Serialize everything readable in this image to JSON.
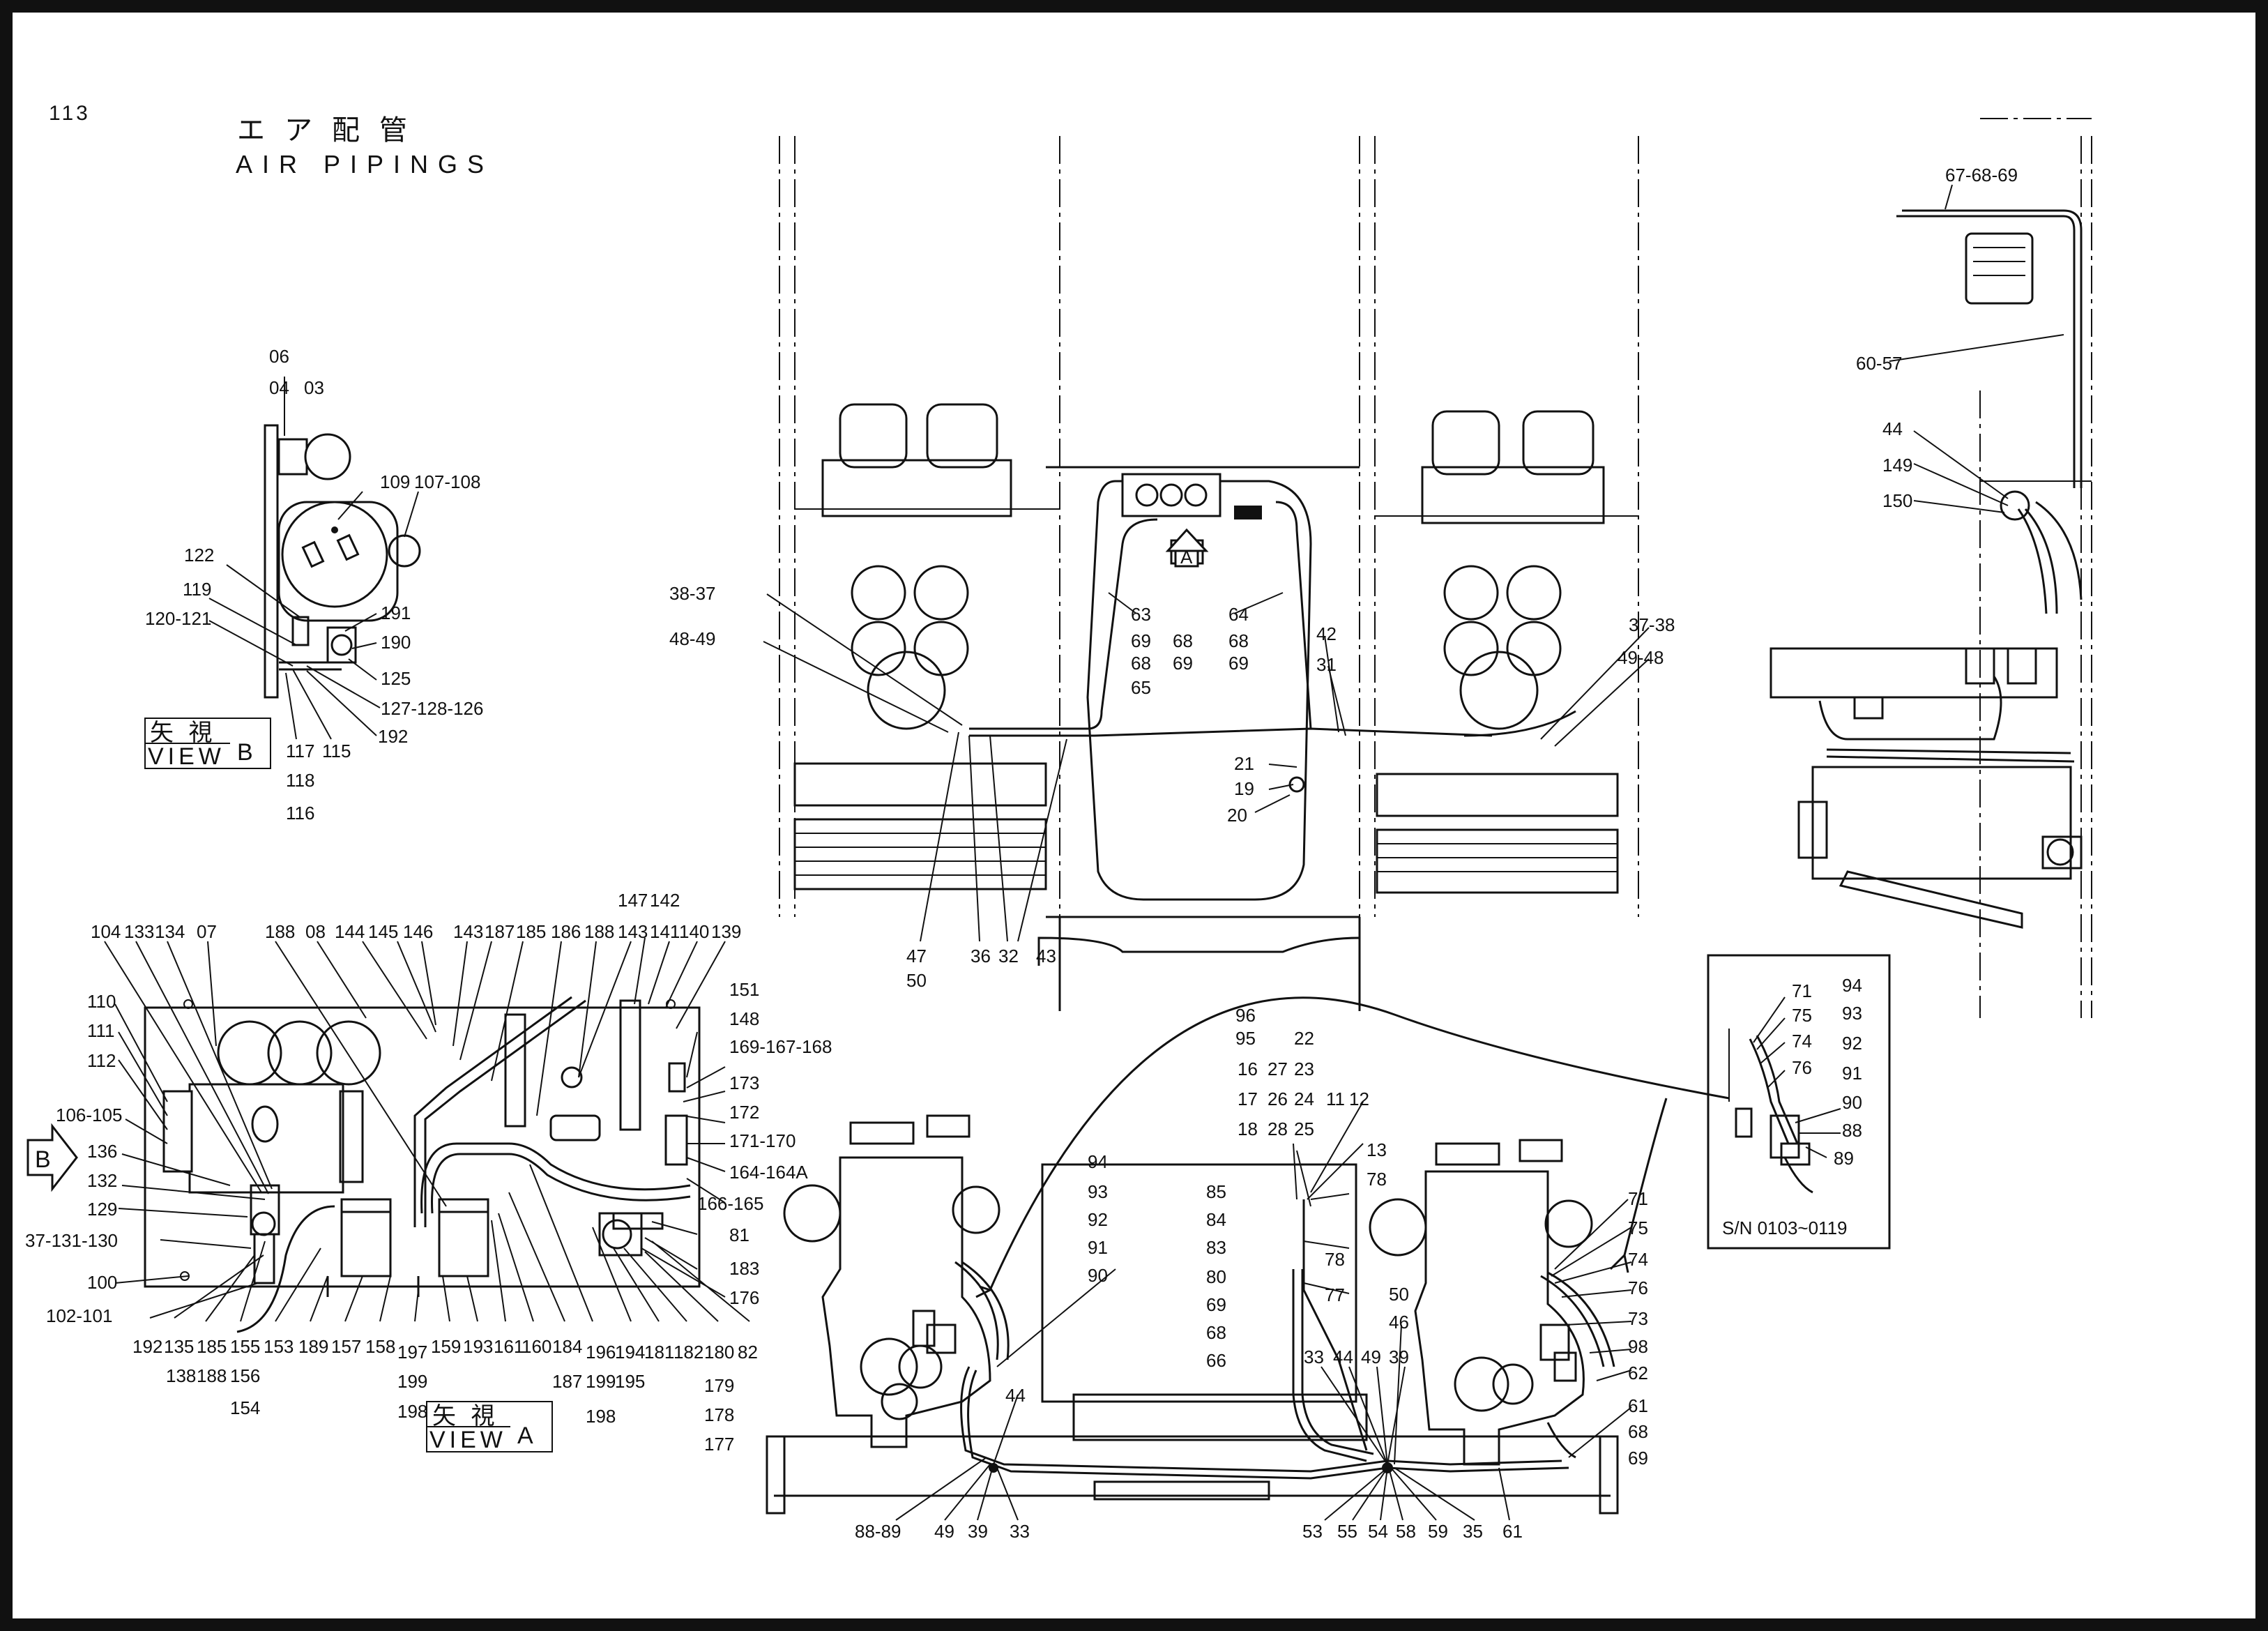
{
  "page_number": "113",
  "title": {
    "ja": "エア配管",
    "en": "AIR PIPINGS"
  },
  "views": {
    "view_b": {
      "jp": "矢 視",
      "en": "VIEW",
      "letter": "B"
    },
    "view_a": {
      "jp": "矢 視",
      "en": "VIEW",
      "letter": "A"
    }
  },
  "arrows": {
    "a": "A",
    "b": "B"
  },
  "serial_note": "S/N 0103~0119",
  "labels": {
    "vb_06": "06",
    "vb_04": "04",
    "vb_03": "03",
    "vb_109": "109",
    "vb_107_108": "107-108",
    "vb_122": "122",
    "vb_119": "119",
    "vb_120_121": "120-121",
    "vb_191": "191",
    "vb_190": "190",
    "vb_125": "125",
    "vb_127_128_126": "127-128-126",
    "vb_192": "192",
    "vb_117": "117",
    "vb_115": "115",
    "vb_118": "118",
    "vb_116": "116",
    "va_104": "104",
    "va_133": "133",
    "va_134": "134",
    "va_07": "07",
    "va_188a": "188",
    "va_08": "08",
    "va_144": "144",
    "va_145": "145",
    "va_146": "146",
    "va_143a": "143",
    "va_187": "187",
    "va_185a": "185",
    "va_186": "186",
    "va_188b": "188",
    "va_147": "147",
    "va_142": "142",
    "va_143b": "143",
    "va_141": "141",
    "va_140": "140",
    "va_139": "139",
    "va_151": "151",
    "va_148": "148",
    "va_169_167_168": "169-167-168",
    "va_173": "173",
    "va_172": "172",
    "va_171_170": "171-170",
    "va_164_164a": "164-164A",
    "va_166_165": "166-165",
    "va_81": "81",
    "va_183": "183",
    "va_176": "176",
    "va_110": "110",
    "va_111": "111",
    "va_112": "112",
    "va_106_105": "106-105",
    "va_136": "136",
    "va_132": "132",
    "va_129": "129",
    "va_37_131_130": "37-131-130",
    "va_100": "100",
    "va_102_101": "102-101",
    "va_192": "192",
    "va_135": "135",
    "va_185b": "185",
    "va_155": "155",
    "va_153": "153",
    "va_189": "189",
    "va_157": "157",
    "va_158": "158",
    "va_197": "197",
    "va_159": "159",
    "va_193": "193",
    "va_161": "161",
    "va_160": "160",
    "va_184": "184",
    "va_196": "196",
    "va_194": "194",
    "va_181": "181",
    "va_182": "182",
    "va_180": "180",
    "va_82": "82",
    "va_138": "138",
    "va_188c": "188",
    "va_156": "156",
    "va_154": "154",
    "va_199a": "199",
    "va_198a": "198",
    "va_187b": "187",
    "va_199b": "199",
    "va_195": "195",
    "va_198b": "198",
    "va_179": "179",
    "va_178": "178",
    "va_177": "177",
    "tc_38_37": "38-37",
    "tc_48_49": "48-49",
    "tc_63": "63",
    "tc_64": "64",
    "tc_69a": "69",
    "tc_68a": "68",
    "tc_65": "65",
    "tc_68b": "68",
    "tc_69b": "69",
    "tc_68c": "68",
    "tc_69c": "69",
    "tc_42": "42",
    "tc_31": "31",
    "tc_37_38": "37-38",
    "tc_49_48": "49-48",
    "tc_21": "21",
    "tc_19": "19",
    "tc_20": "20",
    "tc_47": "47",
    "tc_36": "36",
    "tc_32": "32",
    "tc_43": "43",
    "tc_50": "50",
    "tr_67_68_69": "67-68-69",
    "tr_60_57": "60-57",
    "tr_44": "44",
    "tr_149": "149",
    "tr_150": "150",
    "br_96": "96",
    "br_95": "95",
    "br_16": "16",
    "br_17": "17",
    "br_18": "18",
    "br_22": "22",
    "br_27": "27",
    "br_23": "23",
    "br_26": "26",
    "br_24": "24",
    "br_11": "11",
    "br_12": "12",
    "br_28": "28",
    "br_25": "25",
    "br_13": "13",
    "br_78a": "78",
    "br_94": "94",
    "br_93": "93",
    "br_92": "92",
    "br_91": "91",
    "br_90": "90",
    "br_85": "85",
    "br_84": "84",
    "br_83": "83",
    "br_78b": "78",
    "br_80": "80",
    "br_77": "77",
    "br_69": "69",
    "br_68": "68",
    "br_66": "66",
    "br_50": "50",
    "br_46": "46",
    "br_33a": "33",
    "br_44a": "44",
    "br_49a": "49",
    "br_39a": "39",
    "br_44b": "44",
    "br_88_89": "88-89",
    "br_49b": "49",
    "br_39b": "39",
    "br_33b": "33",
    "br_53": "53",
    "br_55": "55",
    "br_54": "54",
    "br_58": "58",
    "br_59": "59",
    "br_35": "35",
    "br_61a": "61",
    "br_71": "71",
    "br_75": "75",
    "br_74": "74",
    "br_76": "76",
    "br_73": "73",
    "br_98": "98",
    "br_62": "62",
    "br_61b": "61",
    "br_68b": "68",
    "br_69b": "69",
    "in_71": "71",
    "in_75": "75",
    "in_74": "74",
    "in_76": "76",
    "in_94": "94",
    "in_93": "93",
    "in_92": "92",
    "in_91": "91",
    "in_90": "90",
    "in_88": "88",
    "in_89": "89"
  }
}
